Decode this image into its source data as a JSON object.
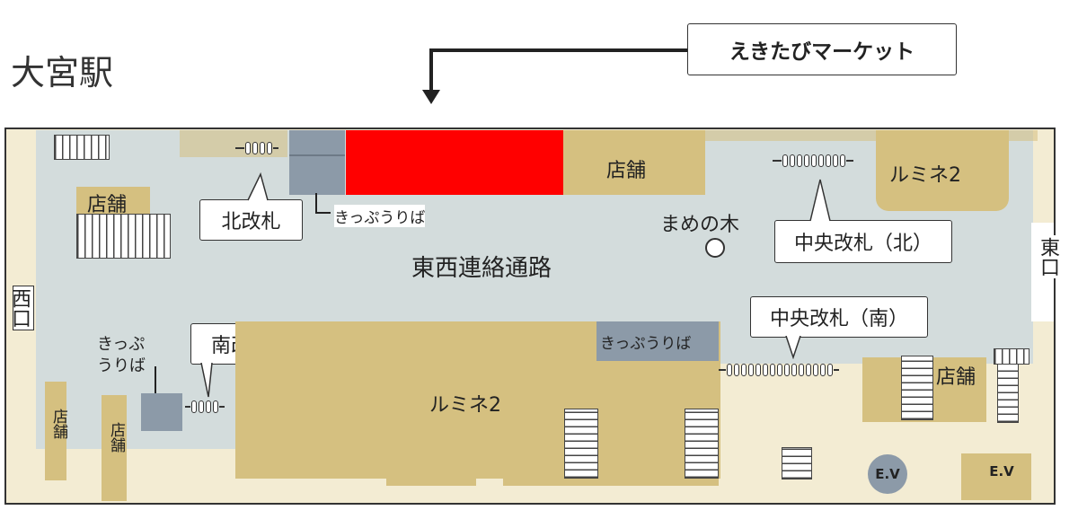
{
  "station_title": "大宮駅",
  "featured_label": "えきたびマーケット",
  "concourse_label": "東西連絡通路",
  "west_exit": "西口",
  "east_exit": "東口",
  "gates": {
    "north": "北改札",
    "central_north": "中央改札（北）",
    "central_south": "中央改札（南）",
    "south": "南改札"
  },
  "ticket_north": "きっぷうりば",
  "ticket_center": "きっぷうりば",
  "ticket_south": "きっぷうりば",
  "shops": {
    "top_center": "店舗",
    "top_left": "店舗",
    "right_mid": "店舗",
    "lower_left_1": "店舗",
    "lower_left_2": "店舗"
  },
  "lumine_north": "ルミネ2",
  "lumine_south": "ルミネ2",
  "landmark": "まめの木",
  "ev_1": "E.V",
  "ev_2": "E.V",
  "colors": {
    "concourse": "#d3dcdc",
    "shop": "#d5c080",
    "highlight": "#ff0000",
    "ticket": "#8c9aa8",
    "light_area": "#f3ecd3"
  }
}
